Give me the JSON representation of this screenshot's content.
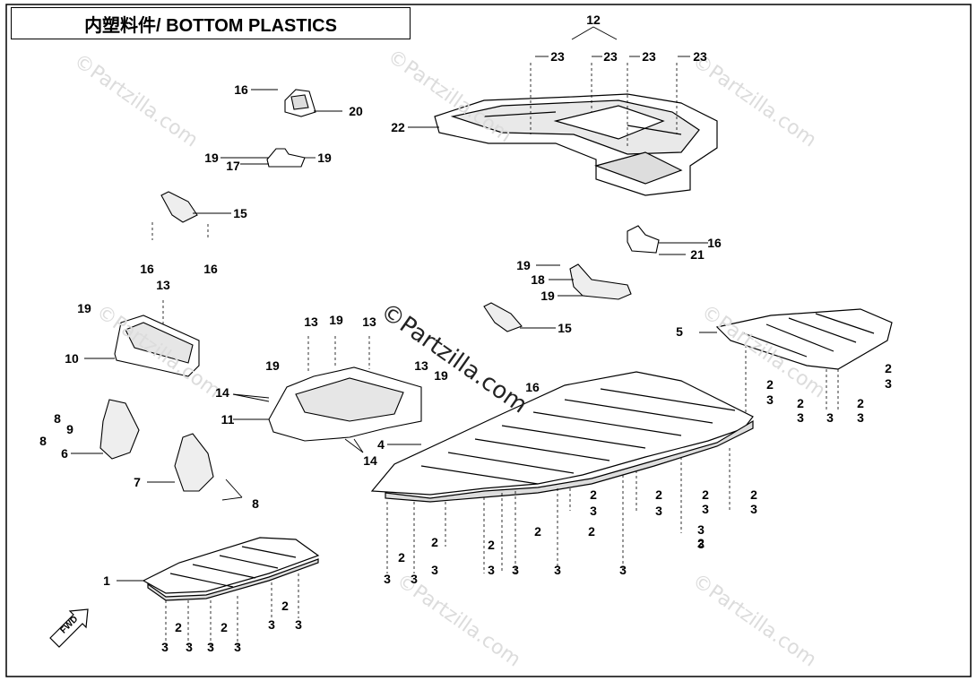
{
  "title": "内塑料件/ BOTTOM PLASTICS",
  "watermark": "©Partzilla.com",
  "fwd_label": "FWD",
  "callouts": [
    {
      "id": "c12",
      "text": "12"
    },
    {
      "id": "c23a",
      "text": "23"
    },
    {
      "id": "c23b",
      "text": "23"
    },
    {
      "id": "c23c",
      "text": "23"
    },
    {
      "id": "c23d",
      "text": "23"
    },
    {
      "id": "c22",
      "text": "22"
    },
    {
      "id": "c16a",
      "text": "16"
    },
    {
      "id": "c20",
      "text": "20"
    },
    {
      "id": "c19a",
      "text": "19"
    },
    {
      "id": "c17",
      "text": "17"
    },
    {
      "id": "c19b",
      "text": "19"
    },
    {
      "id": "c15a",
      "text": "15"
    },
    {
      "id": "c16b",
      "text": "16"
    },
    {
      "id": "c16c",
      "text": "16"
    },
    {
      "id": "c16d",
      "text": "16"
    },
    {
      "id": "c21",
      "text": "21"
    },
    {
      "id": "c19c",
      "text": "19"
    },
    {
      "id": "c18",
      "text": "18"
    },
    {
      "id": "c19d",
      "text": "19"
    },
    {
      "id": "c19e",
      "text": "19"
    },
    {
      "id": "c13a",
      "text": "13"
    },
    {
      "id": "c10",
      "text": "10"
    },
    {
      "id": "c13b",
      "text": "13"
    },
    {
      "id": "c19f",
      "text": "19"
    },
    {
      "id": "c13c",
      "text": "13"
    },
    {
      "id": "c13d",
      "text": "13"
    },
    {
      "id": "c19g",
      "text": "19"
    },
    {
      "id": "c19h",
      "text": "19"
    },
    {
      "id": "c14a",
      "text": "14"
    },
    {
      "id": "c11",
      "text": "11"
    },
    {
      "id": "c14b",
      "text": "14"
    },
    {
      "id": "c15b",
      "text": "15"
    },
    {
      "id": "c16e",
      "text": "16"
    },
    {
      "id": "c5",
      "text": "5"
    },
    {
      "id": "c4",
      "text": "4"
    },
    {
      "id": "c8a",
      "text": "8"
    },
    {
      "id": "c9",
      "text": "9"
    },
    {
      "id": "c8b",
      "text": "8"
    },
    {
      "id": "c6",
      "text": "6"
    },
    {
      "id": "c7",
      "text": "7"
    },
    {
      "id": "c8c",
      "text": "8"
    },
    {
      "id": "c1",
      "text": "1"
    },
    {
      "id": "r2a",
      "text": "2"
    },
    {
      "id": "r3a",
      "text": "3"
    },
    {
      "id": "r2b",
      "text": "2"
    },
    {
      "id": "r3b",
      "text": "3"
    },
    {
      "id": "r2c",
      "text": "2"
    },
    {
      "id": "r3c",
      "text": "3"
    },
    {
      "id": "r2d",
      "text": "2"
    },
    {
      "id": "r3d",
      "text": "3"
    },
    {
      "id": "r3e",
      "text": "3"
    },
    {
      "id": "m2a",
      "text": "2"
    },
    {
      "id": "m3a",
      "text": "3"
    },
    {
      "id": "m2b",
      "text": "2"
    },
    {
      "id": "m3b",
      "text": "3"
    },
    {
      "id": "m2c",
      "text": "2"
    },
    {
      "id": "m3c",
      "text": "3"
    },
    {
      "id": "m2d",
      "text": "2"
    },
    {
      "id": "m3d",
      "text": "3"
    },
    {
      "id": "m2e",
      "text": "2"
    },
    {
      "id": "m3e",
      "text": "3"
    },
    {
      "id": "m2f",
      "text": "2"
    },
    {
      "id": "m2g",
      "text": "2"
    },
    {
      "id": "m3f",
      "text": "3"
    },
    {
      "id": "b2a",
      "text": "2"
    },
    {
      "id": "b3a",
      "text": "3"
    },
    {
      "id": "b3b",
      "text": "3"
    },
    {
      "id": "b2b",
      "text": "2"
    },
    {
      "id": "b3c",
      "text": "3"
    },
    {
      "id": "b2c",
      "text": "2"
    },
    {
      "id": "b3d",
      "text": "3"
    },
    {
      "id": "b3e",
      "text": "3"
    },
    {
      "id": "b3f",
      "text": "3"
    },
    {
      "id": "b3g",
      "text": "3"
    },
    {
      "id": "l2a",
      "text": "2"
    },
    {
      "id": "l3a",
      "text": "3"
    },
    {
      "id": "l3b",
      "text": "3"
    },
    {
      "id": "l2b",
      "text": "2"
    },
    {
      "id": "l3c",
      "text": "3"
    },
    {
      "id": "l3d",
      "text": "3"
    },
    {
      "id": "l2c",
      "text": "2"
    },
    {
      "id": "l3e",
      "text": "3"
    },
    {
      "id": "l3f",
      "text": "3"
    }
  ]
}
